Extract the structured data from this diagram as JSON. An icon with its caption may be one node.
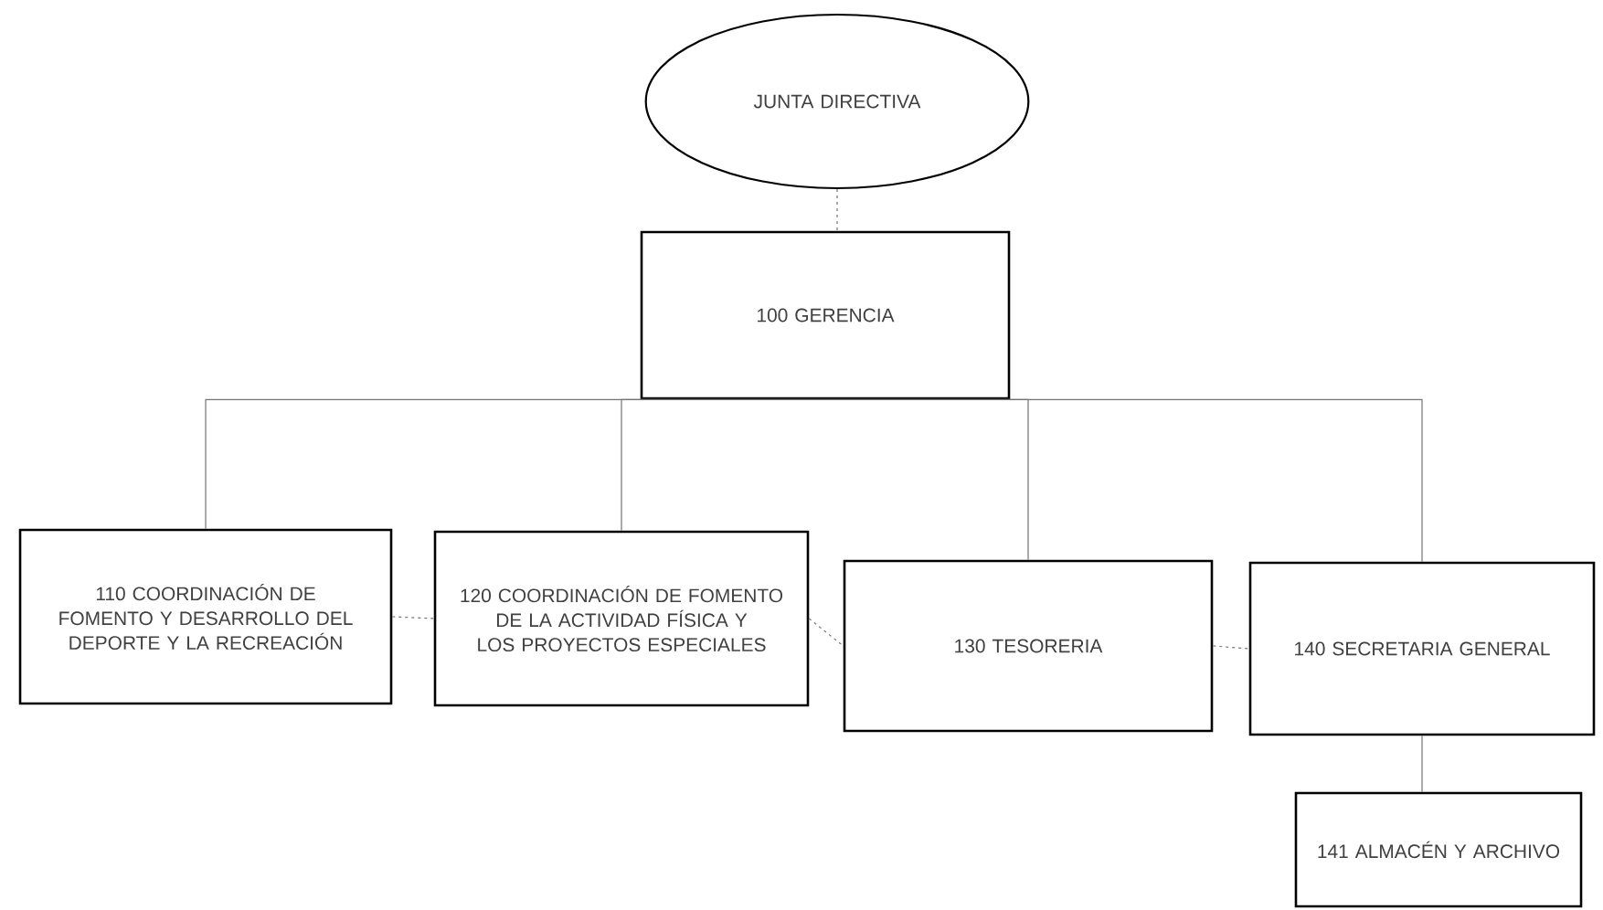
{
  "diagram": {
    "nodes": [
      {
        "text": [
          "JUNTA DIRECTIVA"
        ]
      },
      {
        "text": [
          "100 GERENCIA"
        ]
      },
      {
        "text": [
          "110 COORDINACIÓN DE FOMENTO Y DESARROLLO DEL DEPORTE Y LA RECREACIÓN"
        ]
      },
      {
        "text": [
          "120 COORDINACIÓN DE FOMENTO DE LA ACTIVIDAD FÍSICA Y LOS PROYECTOS ESPECIALES"
        ]
      },
      {
        "text": [
          "130 TESORERIA"
        ]
      },
      {
        "text": [
          "140 SECRETARIA GENERAL"
        ]
      },
      {
        "text": [
          "141 ALMACÉN Y ARCHIVO"
        ]
      }
    ],
    "edges": [
      {
        "from": 0,
        "to": 1,
        "arrow": "none",
        "style": "dashed"
      },
      {
        "from": 1,
        "to": 2,
        "arrow": "none"
      },
      {
        "from": 1,
        "to": 3,
        "arrow": "none"
      },
      {
        "from": 1,
        "to": 4,
        "arrow": "none"
      },
      {
        "from": 1,
        "to": 5,
        "arrow": "none"
      },
      {
        "from": 2,
        "to": 3,
        "arrow": "none",
        "style": "dashed"
      },
      {
        "from": 3,
        "to": 4,
        "arrow": "none",
        "style": "dashed"
      },
      {
        "from": 4,
        "to": 5,
        "arrow": "none",
        "style": "dashed"
      },
      {
        "from": 5,
        "to": 6,
        "arrow": "none"
      }
    ]
  }
}
